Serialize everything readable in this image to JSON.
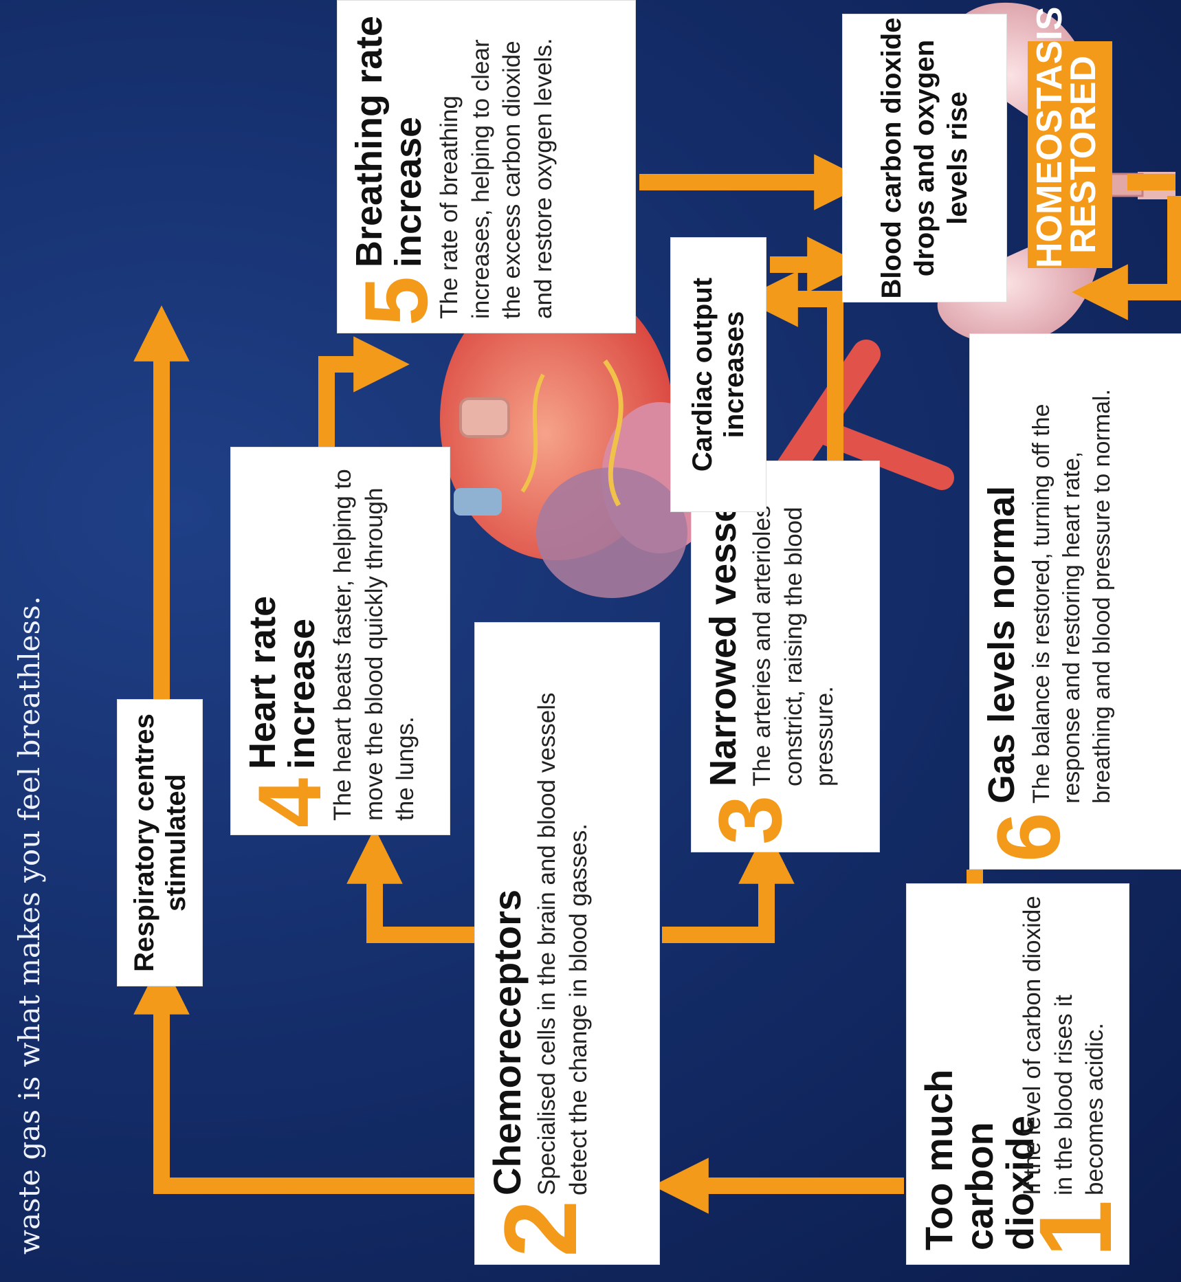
{
  "intro_text": "waste gas is what makes you feel breathless.",
  "steps": [
    {
      "number": "1",
      "title": "Too much carbon dioxide",
      "text": "If the level of carbon dioxide in the blood rises it becomes acidic."
    },
    {
      "number": "2",
      "title": "Chemoreceptors",
      "text": "Specialised cells in the brain and blood vessels detect the change in blood gasses."
    },
    {
      "number": "3",
      "title": "Narrowed vessels",
      "text": "The arteries and arterioles constrict, raising the blood pressure."
    },
    {
      "number": "4",
      "title": "Heart rate increase",
      "text": "The heart beats faster, helping to move the blood quickly through the lungs."
    },
    {
      "number": "5",
      "title": "Breathing rate increase",
      "text": "The rate of breathing increases, helping to clear the excess carbon dioxide and restore oxygen levels."
    },
    {
      "number": "6",
      "title": "Gas levels normal",
      "text": "The balance is restored, turning off the response and restoring heart rate, breathing and blood pressure to normal."
    }
  ],
  "labels": {
    "respiratory": "Respiratory centres stimulated",
    "cardiac": "Cardiac output increases",
    "blood": "Blood carbon dioxide drops and oxygen levels rise",
    "restored": "HOMEOSTASIS RESTORED"
  },
  "colors": {
    "arrow": "#f39a1b",
    "background": "#132b66",
    "box": "#ffffff"
  }
}
